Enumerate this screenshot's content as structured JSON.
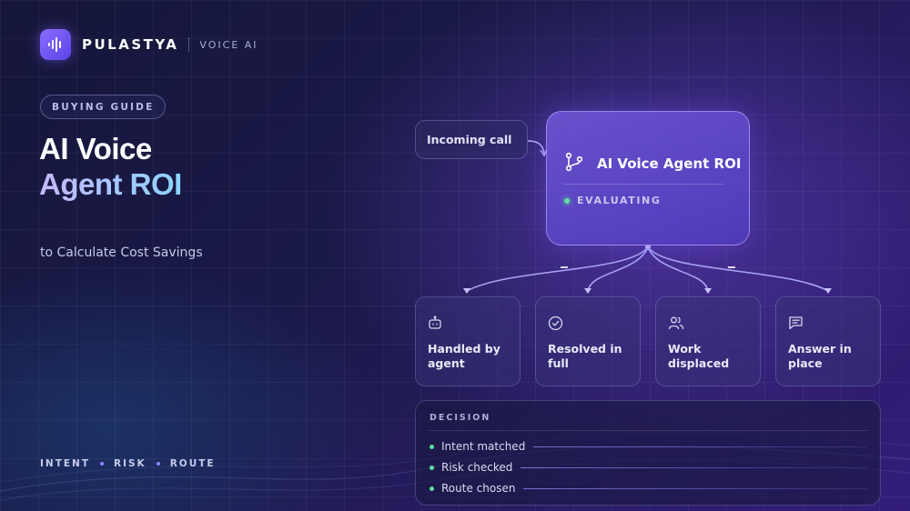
{
  "brand": {
    "name": "PULASTYA",
    "sub": "VOICE AI",
    "logo_icon": "sound-wave-icon"
  },
  "hero": {
    "pill": "BUYING GUIDE",
    "title_line1": "AI Voice",
    "title_line2": "Agent ROI",
    "subtitle": "to Calculate Cost Savings",
    "tags": [
      "INTENT",
      "RISK",
      "ROUTE"
    ]
  },
  "diagram": {
    "incoming": "Incoming call",
    "main": {
      "title": "AI Voice Agent ROI",
      "status": "EVALUATING",
      "icon": "branch-icon"
    },
    "cards": [
      {
        "label": "Handled by agent",
        "icon": "bot-icon"
      },
      {
        "label": "Resolved in full",
        "icon": "check-circle-icon"
      },
      {
        "label": "Work displaced",
        "icon": "users-icon"
      },
      {
        "label": "Answer in place",
        "icon": "message-icon"
      }
    ],
    "decision": {
      "label": "DECISION",
      "rows": [
        "Intent matched",
        "Risk checked",
        "Route chosen"
      ]
    }
  },
  "colors": {
    "accent": "#7b5cff",
    "status": "#5fe0a4",
    "background": "#1b1a4a"
  }
}
